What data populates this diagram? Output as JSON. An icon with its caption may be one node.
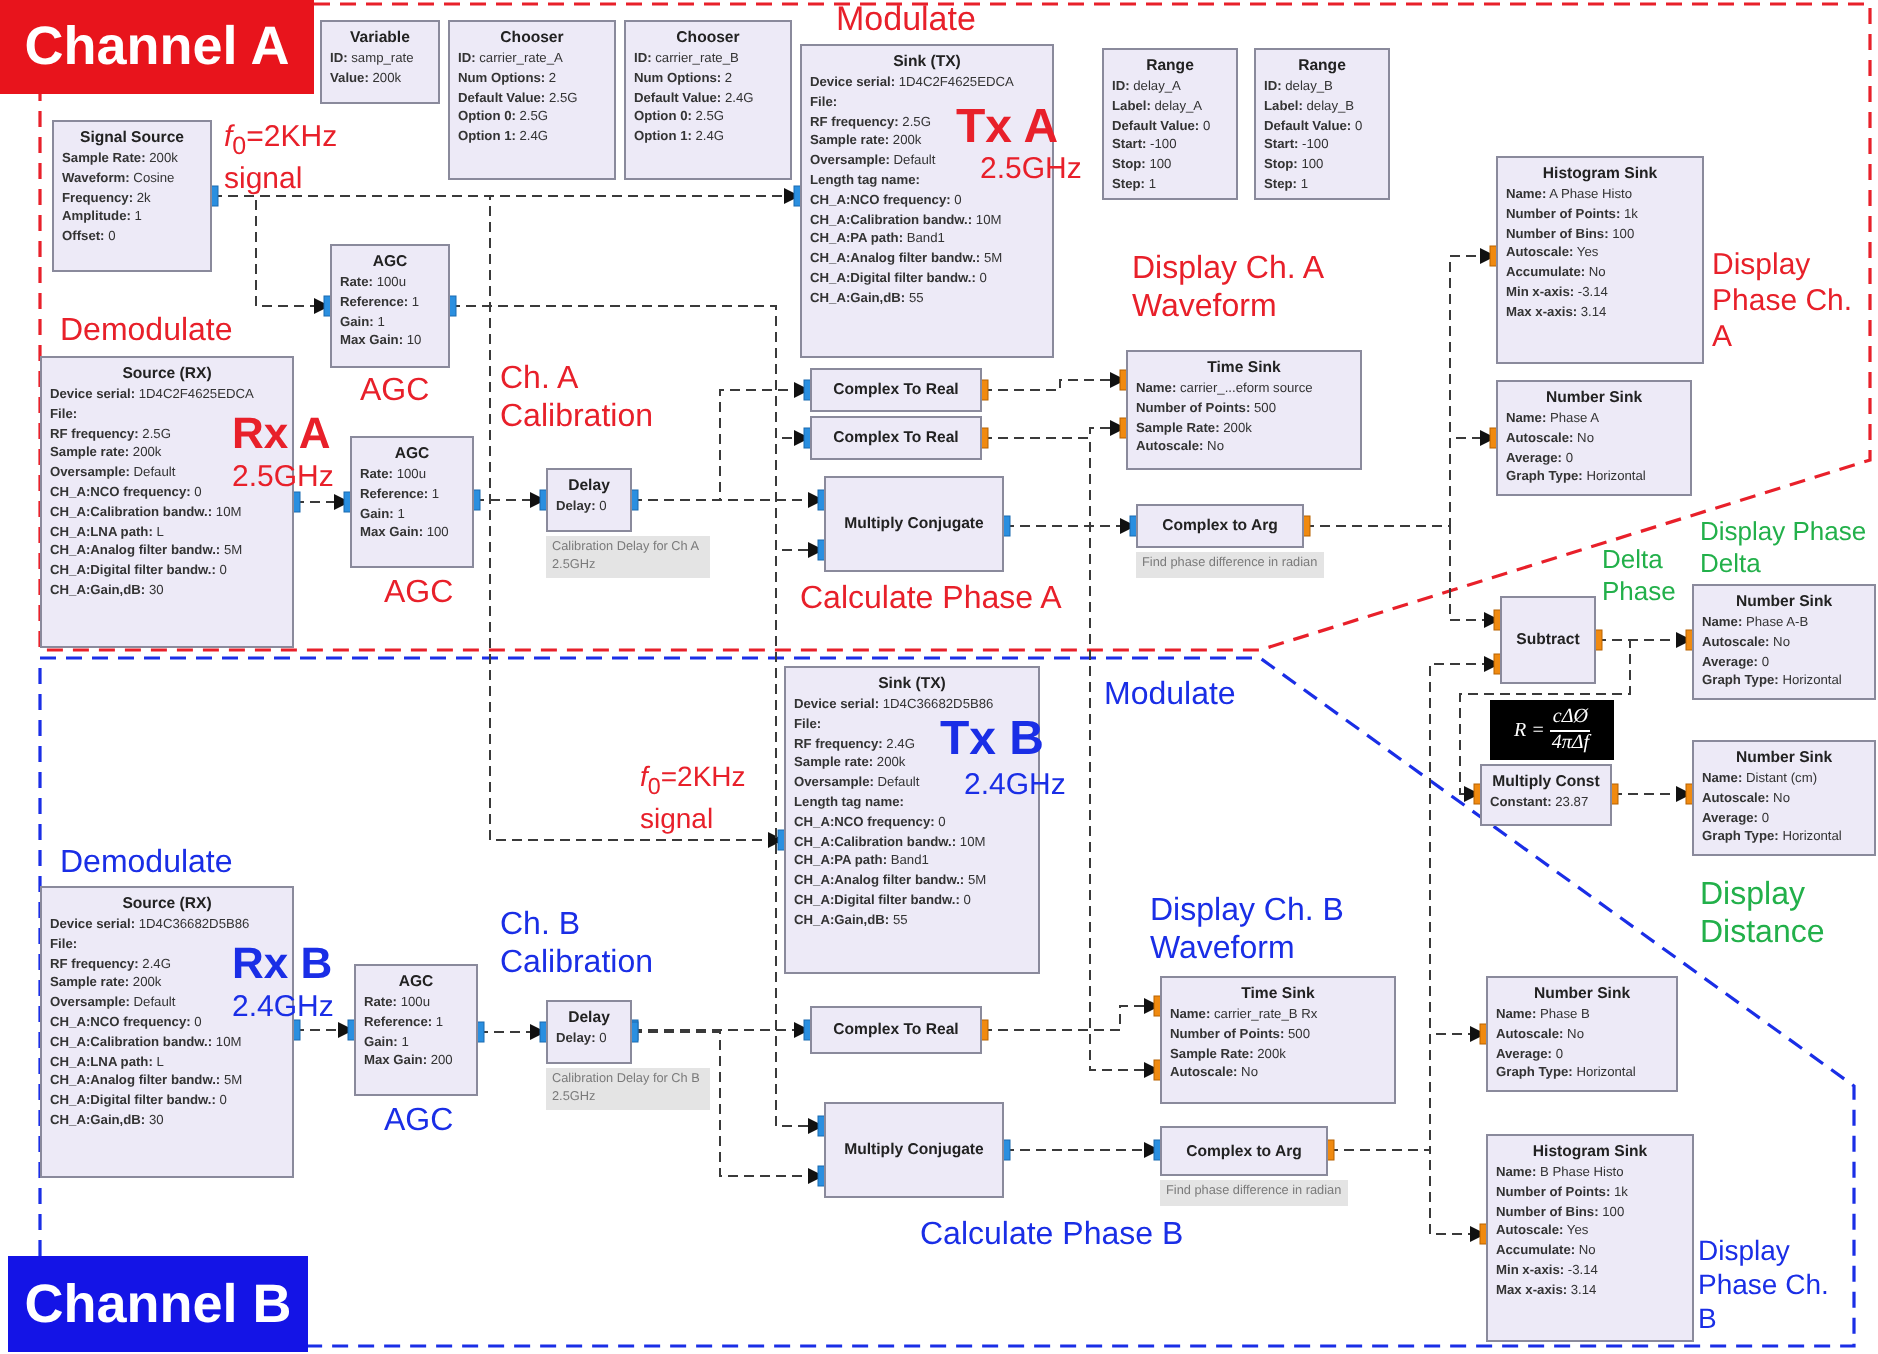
{
  "diagram": {
    "nodes": [
      {
        "text": [
          "Channel A"
        ]
      },
      {
        "text": [
          "Variable",
          "**ID:** samp_rate",
          "**Value:** 200k"
        ]
      },
      {
        "text": [
          "Chooser",
          "**ID:** carrier_rate_A",
          "**Num Options:** 2",
          "**Default Value:** 2.5G",
          "**Option 0:** 2.5G",
          "**Option 1:** 2.4G"
        ]
      },
      {
        "text": [
          "Chooser",
          "**ID:** carrier_rate_B",
          "**Num Options:** 2",
          "**Default Value:** 2.4G",
          "**Option 0:** 2.5G",
          "**Option 1:** 2.4G"
        ]
      },
      {
        "text": [
          "Signal Source",
          "**Sample Rate:** 200k",
          "**Waveform:** Cosine",
          "**Frequency:** 2k",
          "**Amplitude:** 1",
          "**Offset:** 0"
        ]
      },
      {
        "text": [
          "Sink (TX)",
          "**Device serial:** 1D4C2F4625EDCA",
          "File:",
          "**RF frequency:** 2.5G",
          "**Sample rate:** 200k",
          "**Oversample:** Default",
          "Length tag name:",
          "**CH_A:NCO frequency:** 0",
          "**CH_A:Calibration bandw.:** 10M",
          "**CH_A:PA path:** Band1",
          "**CH_A:Analog filter bandw.:** 5M",
          "**CH_A:Digital filter bandw.:** 0",
          "**CH_A:Gain,dB:** 55"
        ]
      },
      {
        "text": [
          "Range",
          "**ID:** delay_A",
          "**Label:** delay_A",
          "**Default Value:** 0",
          "**Start:** -100",
          "**Stop:** 100",
          "**Step:** 1"
        ]
      },
      {
        "text": [
          "Range",
          "**ID:** delay_B",
          "**Label:** delay_B",
          "**Default Value:** 0",
          "**Start:** -100",
          "**Stop:** 100",
          "**Step:** 1"
        ]
      },
      {
        "text": [
          "AGC",
          "**Rate:** 100u",
          "**Reference:** 1",
          "**Gain:** 1",
          "**Max Gain:** 10"
        ]
      },
      {
        "text": [
          "Histogram Sink",
          "**Name:** A Phase Histo",
          "**Number of Points:** 1k",
          "**Number of Bins:** 100",
          "**Autoscale:** Yes",
          "**Accumulate:** No",
          "**Min x-axis:** -3.14",
          "**Max x-axis:** 3.14"
        ]
      },
      {
        "text": [
          "Source (RX)",
          "**Device serial:** 1D4C2F4625EDCA",
          "File:",
          "**RF frequency:** 2.5G",
          "**Sample rate:** 200k",
          "**Oversample:** Default",
          "**CH_A:NCO frequency:** 0",
          "**CH_A:Calibration bandw.:** 10M",
          "**CH_A:LNA path:** L",
          "**CH_A:Analog filter bandw.:** 5M",
          "**CH_A:Digital filter bandw.:** 0",
          "**CH_A:Gain,dB:** 30"
        ]
      },
      {
        "text": [
          "AGC",
          "**Rate:** 100u",
          "**Reference:** 1",
          "**Gain:** 1",
          "**Max Gain:** 100"
        ]
      },
      {
        "text": [
          "Delay",
          "**Delay:** 0"
        ],
        "beside": [
          "Calibration Delay for Ch A 2.5GHz"
        ]
      },
      {
        "text": [
          "Complex To Real"
        ]
      },
      {
        "text": [
          "Complex To Real"
        ]
      },
      {
        "text": [
          "Time Sink",
          "**Name:** carrier_...eform source",
          "**Number of Points:** 500",
          "**Sample Rate:** 200k",
          "**Autoscale:** No"
        ]
      },
      {
        "text": [
          "Multiply Conjugate"
        ]
      },
      {
        "text": [
          "Complex to Arg"
        ],
        "beside": [
          "Find phase difference in radian"
        ]
      },
      {
        "text": [
          "Number Sink",
          "**Name:** Phase A",
          "**Autoscale:** No",
          "**Average:** 0",
          "**Graph Type:** Horizontal"
        ]
      },
      {
        "text": [
          "Subtract"
        ]
      },
      {
        "text": [
          "Number Sink",
          "**Name:** Phase A-B",
          "**Autoscale:** No",
          "**Average:** 0",
          "**Graph Type:** Horizontal"
        ]
      },
      {
        "text": [
          "R =",
          "cΔØ",
          "4πΔf"
        ]
      },
      {
        "text": [
          "Multiply Const",
          "**Constant:** 23.87"
        ]
      },
      {
        "text": [
          "Number Sink",
          "**Name:** Distant (cm)",
          "**Autoscale:** No",
          "**Average:** 0",
          "**Graph Type:** Horizontal"
        ]
      },
      {
        "text": [
          "Sink (TX)",
          "**Device serial:** 1D4C36682D5B86",
          "File:",
          "**RF frequency:** 2.4G",
          "**Sample rate:** 200k",
          "**Oversample:** Default",
          "Length tag name:",
          "**CH_A:NCO frequency:** 0",
          "**CH_A:Calibration bandw.:** 10M",
          "**CH_A:PA path:** Band1",
          "**CH_A:Analog filter bandw.:** 5M",
          "**CH_A:Digital filter bandw.:** 0",
          "**CH_A:Gain,dB:** 55"
        ]
      },
      {
        "text": [
          "Source (RX)",
          "**Device serial:** 1D4C36682D5B86",
          "File:",
          "**RF frequency:** 2.4G",
          "**Sample rate:** 200k",
          "**Oversample:** Default",
          "**CH_A:NCO frequency:** 0",
          "**CH_A:Calibration bandw.:** 10M",
          "**CH_A:LNA path:** L",
          "**CH_A:Analog filter bandw.:** 5M",
          "**CH_A:Digital filter bandw.:** 0",
          "**CH_A:Gain,dB:** 30"
        ]
      },
      {
        "text": [
          "AGC",
          "**Rate:** 100u",
          "**Reference:** 1",
          "**Gain:** 1",
          "**Max Gain:** 200"
        ]
      },
      {
        "text": [
          "Delay",
          "**Delay:** 0"
        ],
        "beside": [
          "Calibration Delay for Ch B 2.5GHz"
        ]
      },
      {
        "text": [
          "Complex To Real"
        ]
      },
      {
        "text": [
          "Time Sink",
          "**Name:** carrier_rate_B Rx",
          "**Number of Points:** 500",
          "**Sample Rate:** 200k",
          "**Autoscale:** No"
        ]
      },
      {
        "text": [
          "Multiply Conjugate"
        ]
      },
      {
        "text": [
          "Complex to Arg"
        ],
        "beside": [
          "Find phase difference in radian"
        ]
      },
      {
        "text": [
          "Number Sink",
          "**Name:** Phase B",
          "**Autoscale:** No",
          "**Average:** 0",
          "**Graph Type:** Horizontal"
        ]
      },
      {
        "text": [
          "Histogram Sink",
          "**Name:** B Phase Histo",
          "**Number of Points:** 1k",
          "**Number of Bins:** 100",
          "**Autoscale:** Yes",
          "**Accumulate:** No",
          "**Min x-axis:** -3.14",
          "**Max x-axis:** 3.14"
        ]
      },
      {
        "text": [
          "Channel B"
        ]
      }
    ],
    "edges": [
      {
        "from": 4,
        "to": 8,
        "arrow": "to"
      },
      {
        "from": 4,
        "to": 5,
        "arrow": "to"
      },
      {
        "from": 4,
        "to": 24,
        "arrow": "to"
      },
      {
        "from": 8,
        "to": 14,
        "arrow": "to"
      },
      {
        "from": 8,
        "to": 16,
        "arrow": "to"
      },
      {
        "from": 8,
        "to": 30,
        "arrow": "to"
      },
      {
        "from": 10,
        "to": 11,
        "arrow": "to"
      },
      {
        "from": 11,
        "to": 12,
        "arrow": "to"
      },
      {
        "from": 12,
        "to": 13,
        "arrow": "to"
      },
      {
        "from": 12,
        "to": 16,
        "arrow": "to"
      },
      {
        "from": 13,
        "to": 15,
        "arrow": "to"
      },
      {
        "from": 14,
        "to": 15,
        "arrow": "to"
      },
      {
        "from": 14,
        "to": 29,
        "arrow": "to"
      },
      {
        "from": 16,
        "to": 17,
        "arrow": "to"
      },
      {
        "from": 17,
        "to": 9,
        "arrow": "to"
      },
      {
        "from": 17,
        "to": 18,
        "arrow": "to"
      },
      {
        "from": 17,
        "to": 19,
        "arrow": "to"
      },
      {
        "from": 31,
        "to": 19,
        "arrow": "to"
      },
      {
        "from": 31,
        "to": 32,
        "arrow": "to"
      },
      {
        "from": 31,
        "to": 33,
        "arrow": "to"
      },
      {
        "from": 19,
        "to": 22,
        "arrow": "to"
      },
      {
        "from": 19,
        "to": 20,
        "arrow": "to"
      },
      {
        "from": 22,
        "to": 23,
        "arrow": "to"
      },
      {
        "from": 25,
        "to": 26,
        "arrow": "to"
      },
      {
        "from": 26,
        "to": 27,
        "arrow": "to"
      },
      {
        "from": 27,
        "to": 28,
        "arrow": "to"
      },
      {
        "from": 27,
        "to": 30,
        "arrow": "to"
      },
      {
        "from": 28,
        "to": 29,
        "arrow": "to"
      },
      {
        "from": 30,
        "to": 31,
        "arrow": "to"
      }
    ],
    "labels": [
      "Modulate",
      "*f*$_{0}$=2KHz signal",
      "Tx A",
      "2.5GHz",
      "Demodulate",
      "Rx A",
      "2.5GHz",
      "AGC",
      "Ch. A Calibration",
      "Display Ch. A Waveform",
      "Display Phase Ch. A",
      "AGC",
      "Calculate Phase A",
      "Display Phase Delta",
      "Delta Phase",
      "Modulate",
      "*f*$_{0}$=2KHz signal",
      "Tx B",
      "2.4GHz",
      "Demodulate",
      "Rx B",
      "2.4GHz",
      "Ch. B Calibration",
      "Display Ch. B Waveform",
      "Display Distance",
      "AGC",
      "Calculate Phase B",
      "Display Phase Ch. B"
    ]
  }
}
